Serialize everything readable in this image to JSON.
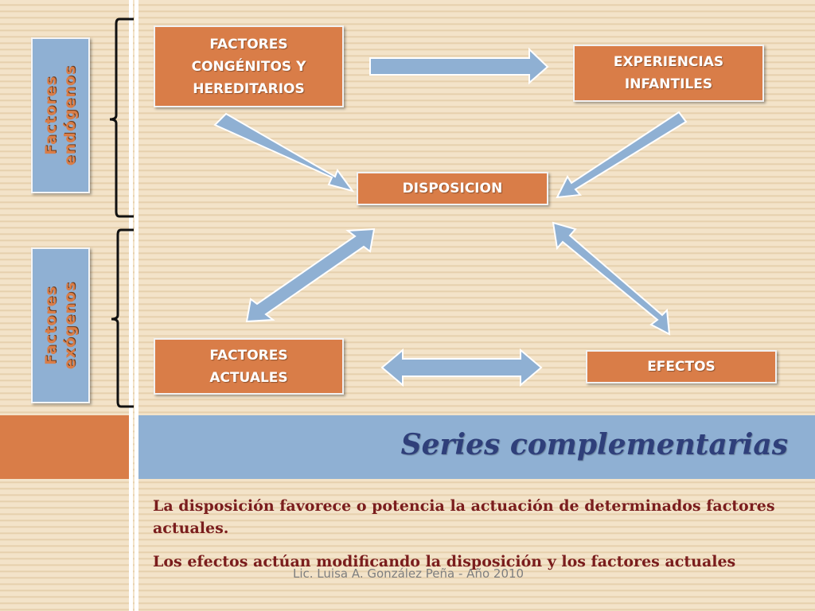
{
  "diagram": {
    "boxes": {
      "congenitos": "FACTORES\nCONGÉNITOS Y\nHEREDITARIOS",
      "experiencias": "EXPERIENCIAS\nINFANTILES",
      "disposicion": "DISPOSICION",
      "actuales": "FACTORES\nACTUALES",
      "efectos": "EFECTOS"
    },
    "side_labels": {
      "endogenos": "Factores\nendógenos",
      "exogenos": "Factores\nexógenos"
    }
  },
  "title": "Series complementarias",
  "body": {
    "paragraph1": "La disposición favorece o potencia la actuación de determinados factores actuales.",
    "paragraph2": "Los efectos actúan modificando la disposición y los factores actuales"
  },
  "footer": "Lic. Luisa A. González Peña - Año 2010",
  "colors": {
    "box_fill": "#d97d48",
    "arrow_fill": "#8fb0d3",
    "title_band": "#8fb0d3",
    "title_text": "#2f3f7a",
    "body_text": "#7a1d1d"
  }
}
